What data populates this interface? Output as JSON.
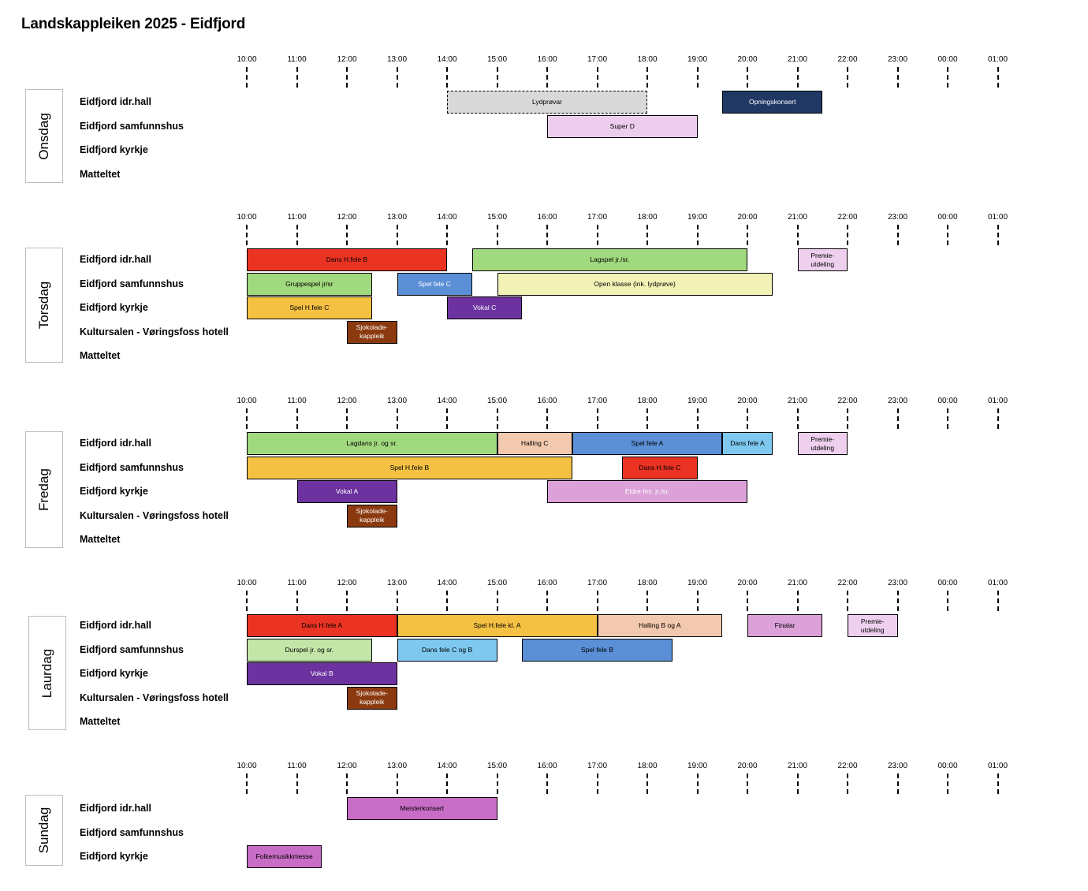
{
  "title": "Landskappleiken 2025 - Eidfjord",
  "time_labels": [
    "10:00",
    "11:00",
    "12:00",
    "13:00",
    "14:00",
    "15:00",
    "16:00",
    "17:00",
    "18:00",
    "19:00",
    "20:00",
    "21:00",
    "22:00",
    "23:00",
    "00:00",
    "01:00"
  ],
  "days": [
    {
      "day": "Onsdag",
      "venues": [
        "Eidfjord idr.hall",
        "Eidfjord samfunnshus",
        "Eidfjord kyrkje",
        "Matteltet"
      ],
      "events": [
        {
          "label": "Lydprøvar",
          "venue": 0,
          "start": 14,
          "end": 18,
          "color": "#d9d9d9",
          "text_color": "#000000",
          "border": "dashed"
        },
        {
          "label": "Opningskonsert",
          "venue": 0,
          "start": 19.5,
          "end": 21.5,
          "color": "#203864",
          "text_color": "#ffffff"
        },
        {
          "label": "Super D",
          "venue": 1,
          "start": 16,
          "end": 19,
          "color": "#edcdee",
          "text_color": "#000000"
        }
      ]
    },
    {
      "day": "Torsdag",
      "venues": [
        "Eidfjord idr.hall",
        "Eidfjord samfunnshus",
        "Eidfjord kyrkje",
        "Kultursalen - Vøringsfoss hotell",
        "Matteltet"
      ],
      "events": [
        {
          "label": "Dans H.fele B",
          "venue": 0,
          "start": 10,
          "end": 14,
          "color": "#ea3323",
          "text_color": "#000000"
        },
        {
          "label": "Lagspel jr./sr.",
          "venue": 0,
          "start": 14.5,
          "end": 20,
          "color": "#a1d97e",
          "text_color": "#000000"
        },
        {
          "label": "Premie-\nutdeling",
          "venue": 0,
          "start": 21,
          "end": 22,
          "color": "#eed0ee",
          "text_color": "#000000"
        },
        {
          "label": "Gruppespel jr/sr",
          "venue": 1,
          "start": 10,
          "end": 12.5,
          "color": "#a1d97e",
          "text_color": "#000000"
        },
        {
          "label": "Spel fele C",
          "venue": 1,
          "start": 13,
          "end": 14.5,
          "color": "#5b8fd6",
          "text_color": "#ffffff"
        },
        {
          "label": "Open klasse (ink. lydprøve)",
          "venue": 1,
          "start": 15,
          "end": 20.5,
          "color": "#f2f2b6",
          "text_color": "#000000"
        },
        {
          "label": "Spel H.fele C",
          "venue": 2,
          "start": 10,
          "end": 12.5,
          "color": "#f4c143",
          "text_color": "#000000"
        },
        {
          "label": "Vokal C",
          "venue": 2,
          "start": 14,
          "end": 15.5,
          "color": "#6c33a0",
          "text_color": "#ffffff"
        },
        {
          "label": "Sjokolade-\nkappleik",
          "venue": 3,
          "start": 12,
          "end": 13,
          "color": "#8b3a0f",
          "text_color": "#ffffff"
        }
      ]
    },
    {
      "day": "Fredag",
      "venues": [
        "Eidfjord idr.hall",
        "Eidfjord samfunnshus",
        "Eidfjord kyrkje",
        "Kultursalen - Vøringsfoss hotell",
        "Matteltet"
      ],
      "events": [
        {
          "label": "Lagdans  jr. og sr.",
          "venue": 0,
          "start": 10,
          "end": 15,
          "color": "#a1d97e",
          "text_color": "#000000"
        },
        {
          "label": "Halling C",
          "venue": 0,
          "start": 15,
          "end": 16.5,
          "color": "#f2c9ae",
          "text_color": "#000000"
        },
        {
          "label": "Spel fele A",
          "venue": 0,
          "start": 16.5,
          "end": 19.5,
          "color": "#5b8fd6",
          "text_color": "#000000"
        },
        {
          "label": "Dans fele A",
          "venue": 0,
          "start": 19.5,
          "end": 20.5,
          "color": "#7ec8f0",
          "text_color": "#000000"
        },
        {
          "label": "Premie-\nutdeling",
          "venue": 0,
          "start": 21,
          "end": 22,
          "color": "#eed0ee",
          "text_color": "#000000"
        },
        {
          "label": "Spel H.fele B",
          "venue": 1,
          "start": 10,
          "end": 16.5,
          "color": "#f4c143",
          "text_color": "#000000"
        },
        {
          "label": "Dans H.fele C",
          "venue": 1,
          "start": 17.5,
          "end": 19,
          "color": "#ea3323",
          "text_color": "#000000"
        },
        {
          "label": "Vokal A",
          "venue": 2,
          "start": 11,
          "end": 13,
          "color": "#6c33a0",
          "text_color": "#ffffff"
        },
        {
          "label": "Eldre fmi. jr./sr.",
          "venue": 2,
          "start": 16,
          "end": 20,
          "color": "#dba1d8",
          "text_color": "#ffffff"
        },
        {
          "label": "Sjokolade-\nkappleik",
          "venue": 3,
          "start": 12,
          "end": 13,
          "color": "#8b3a0f",
          "text_color": "#ffffff"
        }
      ]
    },
    {
      "day": "Laurdag",
      "venues": [
        "Eidfjord idr.hall",
        "Eidfjord samfunnshus",
        "Eidfjord kyrkje",
        "Kultursalen - Vøringsfoss hotell",
        "Matteltet"
      ],
      "events": [
        {
          "label": "Dans H.fele A",
          "venue": 0,
          "start": 10,
          "end": 13,
          "color": "#ea3323",
          "text_color": "#000000"
        },
        {
          "label": "Spel H.fele kl. A",
          "venue": 0,
          "start": 13,
          "end": 17,
          "color": "#f4c143",
          "text_color": "#000000"
        },
        {
          "label": "Halling B og A",
          "venue": 0,
          "start": 17,
          "end": 19.5,
          "color": "#f2c9ae",
          "text_color": "#000000"
        },
        {
          "label": "Finalar",
          "venue": 0,
          "start": 20,
          "end": 21.5,
          "color": "#dba1d8",
          "text_color": "#000000"
        },
        {
          "label": "Premie-\nutdeling",
          "venue": 0,
          "start": 22,
          "end": 23,
          "color": "#eed0ee",
          "text_color": "#000000"
        },
        {
          "label": "Durspel jr. og sr.",
          "venue": 1,
          "start": 10,
          "end": 12.5,
          "color": "#c3e6a8",
          "text_color": "#000000"
        },
        {
          "label": "Dans fele C og B",
          "venue": 1,
          "start": 13,
          "end": 15,
          "color": "#7ec8f0",
          "text_color": "#000000"
        },
        {
          "label": "Spel fele B",
          "venue": 1,
          "start": 15.5,
          "end": 18.5,
          "color": "#5b8fd6",
          "text_color": "#000000"
        },
        {
          "label": "Vokal B",
          "venue": 2,
          "start": 10,
          "end": 13,
          "color": "#6c33a0",
          "text_color": "#ffffff"
        },
        {
          "label": "Sjokolade-\nkappleik",
          "venue": 3,
          "start": 12,
          "end": 13,
          "color": "#8b3a0f",
          "text_color": "#ffffff"
        }
      ]
    },
    {
      "day": "Sundag",
      "venues": [
        "Eidfjord idr.hall",
        "Eidfjord samfunnshus",
        "Eidfjord kyrkje"
      ],
      "events": [
        {
          "label": "Meisterkonsert",
          "venue": 0,
          "start": 12,
          "end": 15,
          "color": "#c86dc6",
          "text_color": "#000000"
        },
        {
          "label": "Folkemusikkmesse",
          "venue": 2,
          "start": 10,
          "end": 11.5,
          "color": "#c86dc6",
          "text_color": "#000000"
        }
      ]
    }
  ]
}
